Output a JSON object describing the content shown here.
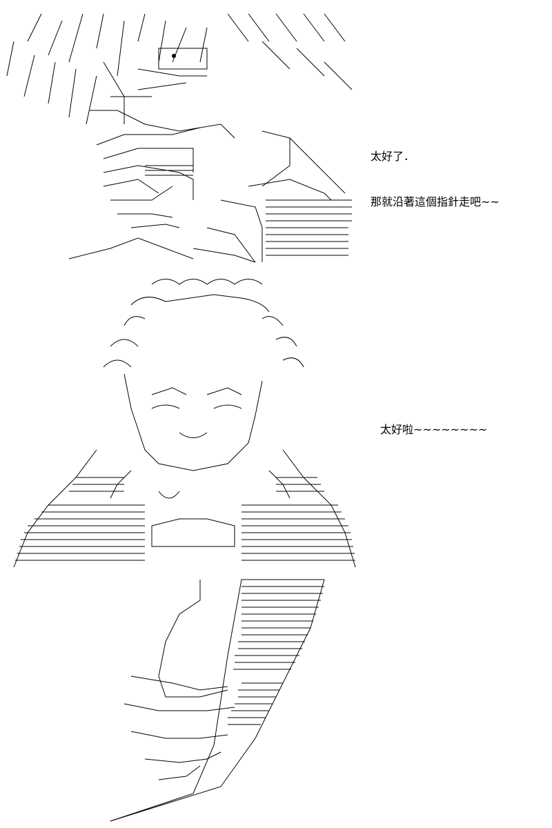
{
  "panels": [
    {
      "art": "ascii-art-character-dark-hair-thinking",
      "dialogue": [
        "太好了．",
        "那就沿著這個指針走吧~~"
      ]
    },
    {
      "art": "ascii-art-character-relieved-smile",
      "dialogue": [
        "太好啦~~~~~~~~"
      ]
    },
    {
      "art": "ascii-art-hand-holding-pointer",
      "dialogue": []
    }
  ],
  "colors": {
    "background": "#ffffff",
    "ink": "#000000"
  }
}
